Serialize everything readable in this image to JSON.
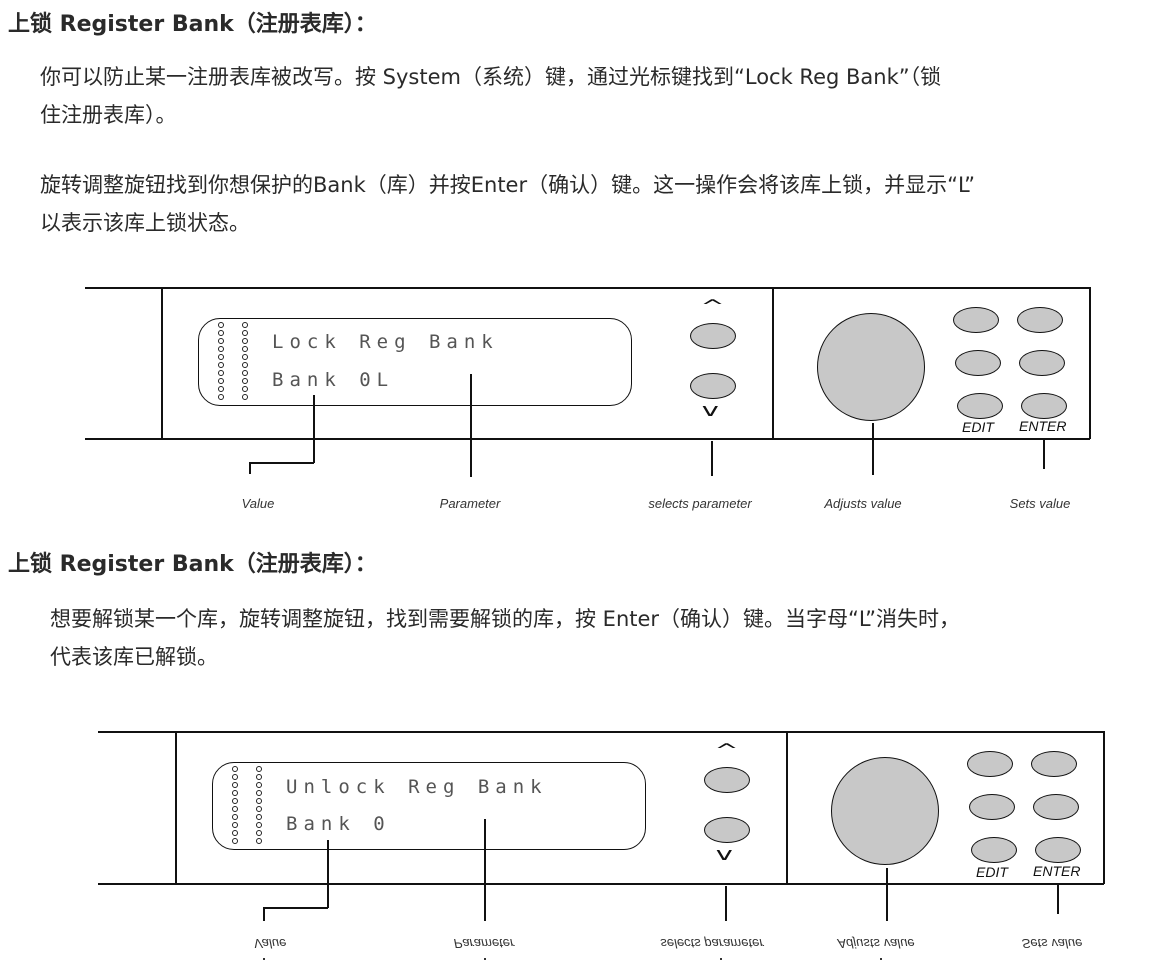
{
  "section1": {
    "heading": "上锁 Register Bank（注册表库）：",
    "para1": [
      "你可以防止某一注册表库被改写。按 System（系统）键，通过光标键找到“Lock Reg Bank”（锁",
      "住注册表库）。"
    ],
    "para2": [
      "旋转调整旋钮找到你想保护的Bank（库）并按Enter（确认）键。这一操作会将该库上锁，并显示“L”",
      "以表示该库上锁状态。"
    ]
  },
  "diagram1": {
    "lcd_line1": "Lock Reg Bank",
    "lcd_line2": "Bank 0L",
    "edit_label": "EDIT",
    "enter_label": "ENTER",
    "captions": [
      "Value",
      "Parameter",
      "selects parameter",
      "Adjusts value",
      "Sets value"
    ]
  },
  "section2": {
    "heading": "上锁 Register Bank（注册表库）：",
    "para1": [
      "想要解锁某一个库，旋转调整旋钮，找到需要解锁的库，按 Enter（确认）键。当字母“L”消失时，",
      "代表该库已解锁。"
    ]
  },
  "diagram2": {
    "lcd_line1": "Unlock Reg Bank",
    "lcd_line2": "Bank 0",
    "edit_label": "EDIT",
    "enter_label": "ENTER",
    "captions": [
      "Value",
      "Parameter",
      "selects parameter",
      "Adjusts value",
      "Sets value"
    ]
  },
  "icons": {
    "up": "chevron-up-icon",
    "down": "chevron-down-icon"
  }
}
